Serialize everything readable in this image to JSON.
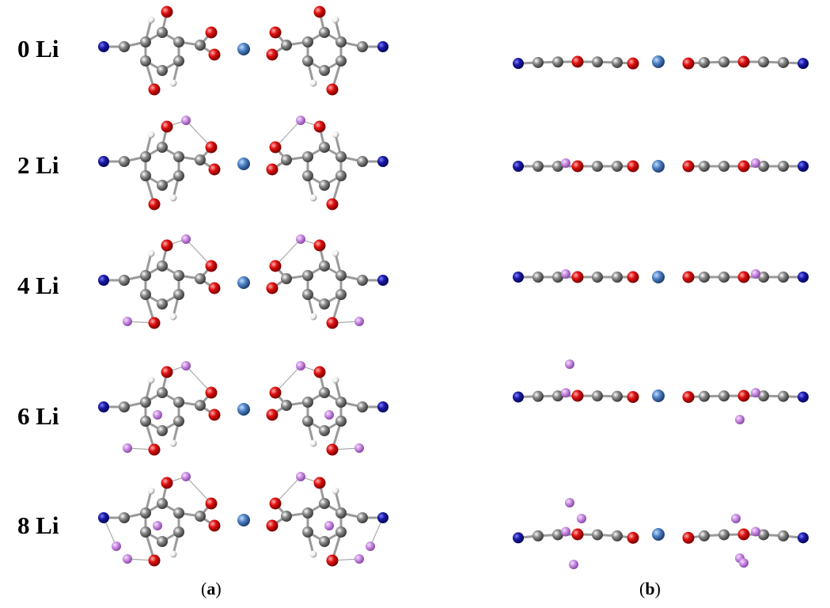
{
  "rows": [
    {
      "label": "0 Li"
    },
    {
      "label": "2 Li"
    },
    {
      "label": "4 Li"
    },
    {
      "label": "6 Li"
    },
    {
      "label": "8 Li"
    }
  ],
  "panels": {
    "a": {
      "open": "(",
      "letter": "a",
      "close": ")"
    },
    "b": {
      "open": "(",
      "letter": "b",
      "close": ")"
    }
  },
  "atom_colors": {
    "C": "#8a8a8a",
    "O": "#e01010",
    "N": "#1a1aa8",
    "H": "#f0f0f0",
    "Li": "#c88ae0",
    "M": "#4a7ec0"
  }
}
